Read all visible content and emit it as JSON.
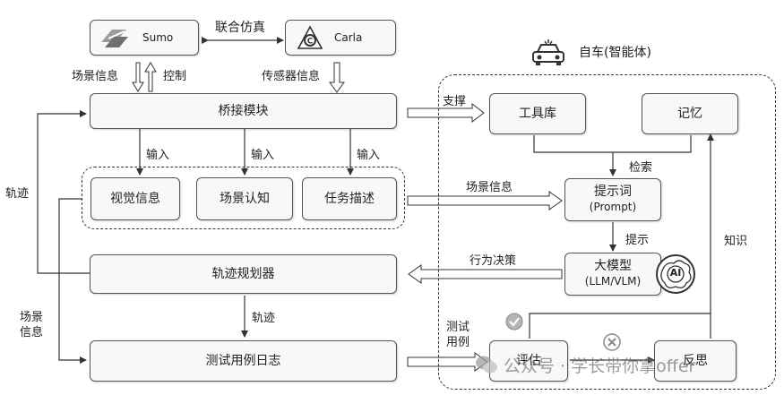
{
  "sim": {
    "sumo": "Sumo",
    "carla": "Carla",
    "cosim": "联合仿真",
    "scene_info": "场景信息",
    "control": "控制",
    "sensor_info": "传感器信息"
  },
  "bridge": "桥接模块",
  "inputs": [
    "输入",
    "输入",
    "输入"
  ],
  "info_boxes": [
    "视觉信息",
    "场景认知",
    "任务描述"
  ],
  "left": {
    "trajectory": "轨迹",
    "scene_info": "场景\n信息"
  },
  "planner": "轨迹规划器",
  "planner_out": "轨迹",
  "test_log": "测试用例日志",
  "agent": {
    "title": "自车(智能体)",
    "support": "支撑",
    "toolkit": "工具库",
    "memory": "记忆",
    "retrieve": "检索",
    "scene_info": "场景信息",
    "prompt_line1": "提示词",
    "prompt_line2": "(Prompt)",
    "hint": "提示",
    "knowledge": "知识",
    "decision": "行为决策",
    "llm_line1": "大模型",
    "llm_line2": "(LLM/VLM)",
    "test_case": "测试\n用例",
    "evaluate": "评估",
    "reflect": "反思",
    "ai_badge": "AI"
  },
  "watermark": "公众号 · 学长带你拿offer",
  "colors": {
    "line": "#333333",
    "box_fill": "#f8f8f8",
    "accept": "#7a7a7a",
    "reject": "#8a8a8a"
  }
}
